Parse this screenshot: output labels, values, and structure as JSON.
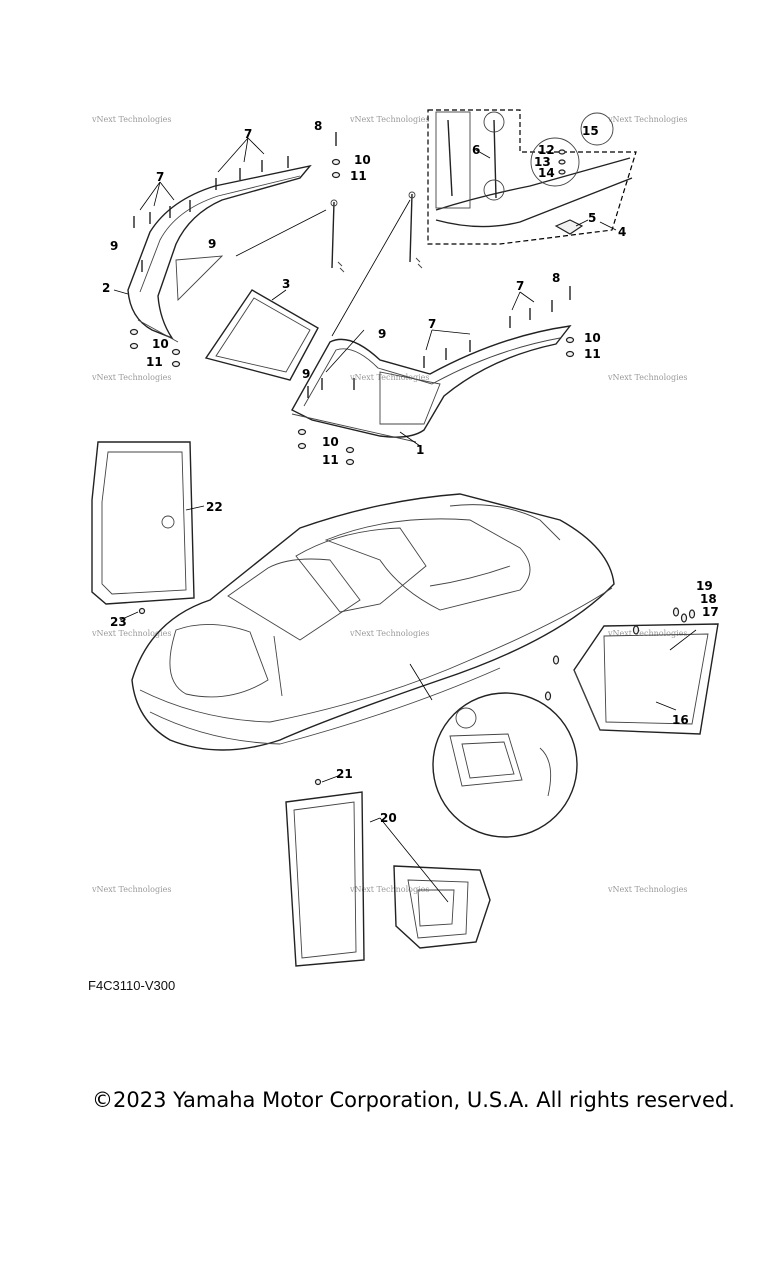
{
  "diagram": {
    "callouts": [
      {
        "n": "1"
      },
      {
        "n": "2"
      },
      {
        "n": "3"
      },
      {
        "n": "4"
      },
      {
        "n": "5"
      },
      {
        "n": "6"
      },
      {
        "n": "7"
      },
      {
        "n": "7"
      },
      {
        "n": "7"
      },
      {
        "n": "7"
      },
      {
        "n": "8"
      },
      {
        "n": "8"
      },
      {
        "n": "9"
      },
      {
        "n": "9"
      },
      {
        "n": "9"
      },
      {
        "n": "9"
      },
      {
        "n": "10"
      },
      {
        "n": "10"
      },
      {
        "n": "10"
      },
      {
        "n": "10"
      },
      {
        "n": "11"
      },
      {
        "n": "11"
      },
      {
        "n": "11"
      },
      {
        "n": "11"
      },
      {
        "n": "12"
      },
      {
        "n": "13"
      },
      {
        "n": "14"
      },
      {
        "n": "15"
      },
      {
        "n": "16"
      },
      {
        "n": "17"
      },
      {
        "n": "18"
      },
      {
        "n": "19"
      },
      {
        "n": "20"
      },
      {
        "n": "21"
      },
      {
        "n": "22"
      },
      {
        "n": "23"
      }
    ],
    "watermark": "vNext Technologies",
    "drawing_code": "F4C3110-V300"
  },
  "footer": {
    "copyright": "©2023 Yamaha Motor Corporation, U.S.A. All rights reserved."
  }
}
